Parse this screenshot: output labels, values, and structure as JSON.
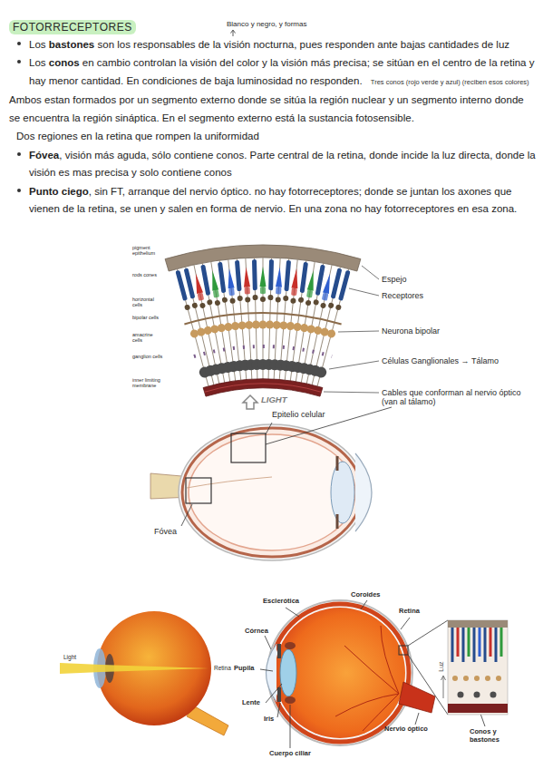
{
  "diagram": {
    "title": "FOTORRECEPTORES",
    "labels": [
      "Blanco y negro, y formas",
      "Los",
      "bastones",
      "son los responsables de la visión nocturna, pues responden ante bajas cantidades de luz",
      "Los",
      "conos",
      "en cambio controlan la visión del color y la visión más precisa; se sitúan en el centro de la retina y hay menor cantidad. En condiciones de baja luminosidad no responden.",
      "Tres conos (rojo verde y azul) (reciben esos colores)",
      "Ambos estan formados por un segmento externo donde se sitúa la región nuclear y un segmento interno donde se encuentra la región sináptica. En el segmento externo está la sustancia fotosensible.",
      "Dos regiones en la retina que rompen la uniformidad",
      "Fóvea",
      ", visión más aguda, sólo contiene conos. Parte central de la retina, donde incide la luz directa, donde la visión es mas precisa y solo contiene conos",
      "Punto ciego",
      ", sin FT, arranque del nervio óptico. no hay fotorreceptores; donde se juntan los axones que vienen de la retina, se unen y salen en forma de nervio. En una zona no hay fotorreceptores en esa zona.",
      "pigment epithelium",
      "rods cones",
      "horizontal cells",
      "bipolar cells",
      "amacrine cells",
      "ganglion cells",
      "inner limiting membrane",
      "LIGHT",
      "Espejo",
      "Receptores",
      "Neurona bipolar",
      "Células Ganglionales → Tálamo",
      "Cables que conforman al nervio óptico (van al tálamo)",
      "Epitelio celular",
      "Fóvea",
      "Light",
      "Retina",
      "Esclerótica",
      "Coroides",
      "Retina",
      "Córnea",
      "Pupila",
      "Lente",
      "Iris",
      "Cuerpo ciliar",
      "Nervio óptico",
      "Luz",
      "Conos y bastones"
    ]
  }
}
